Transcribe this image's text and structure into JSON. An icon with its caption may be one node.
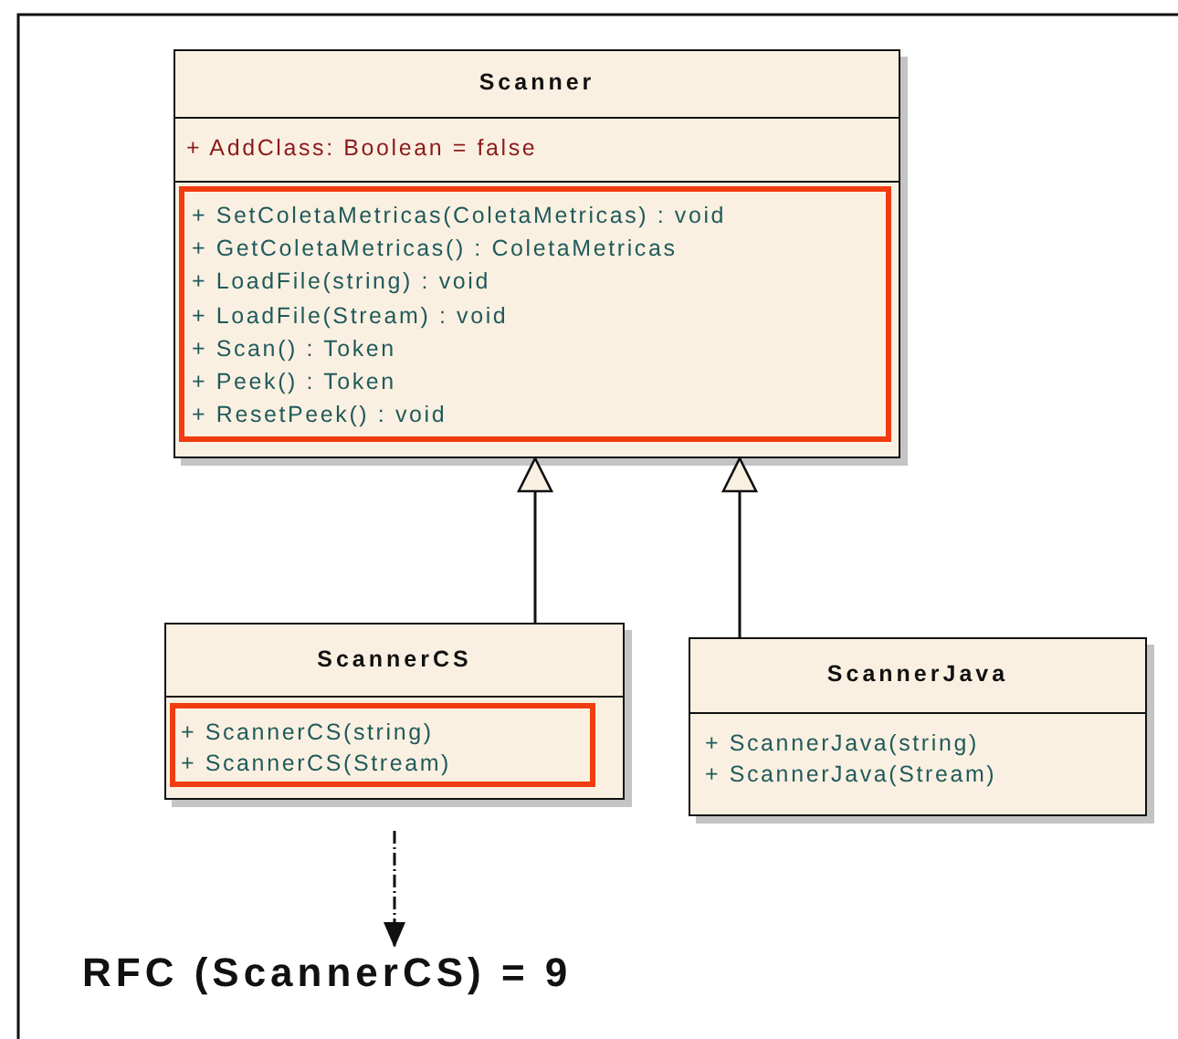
{
  "diagram": {
    "nodes": [
      {
        "text": [
          "Scanner",
          "+ AddClass: Boolean = false"
        ]
      },
      {
        "text": [
          "+ SetColetaMetricas(ColetaMetricas) : void",
          "+ GetColetaMetricas() : ColetaMetricas",
          "+ LoadFile(string) : void",
          "+ LoadFile(Stream) : void",
          "+ Scan() : Token",
          "+ Peek() : Token",
          "+ ResetPeek() : void"
        ],
        "in": 0
      },
      {
        "text": [
          "ScannerCS"
        ]
      },
      {
        "text": [
          "+ ScannerCS(string)",
          "+ ScannerCS(Stream)"
        ],
        "in": 2
      },
      {
        "text": [
          "ScannerJava",
          "+ ScannerJava(string)",
          "+ ScannerJava(Stream)"
        ]
      },
      {
        "text": [
          "RFC (ScannerCS) = 9"
        ]
      }
    ],
    "edges": [
      {
        "from": 2,
        "to": 0,
        "arrow": "to"
      },
      {
        "from": 4,
        "to": 0,
        "arrow": "to"
      },
      {
        "from": null,
        "to": 5,
        "arrow": "to",
        "style": "dashed"
      }
    ]
  }
}
